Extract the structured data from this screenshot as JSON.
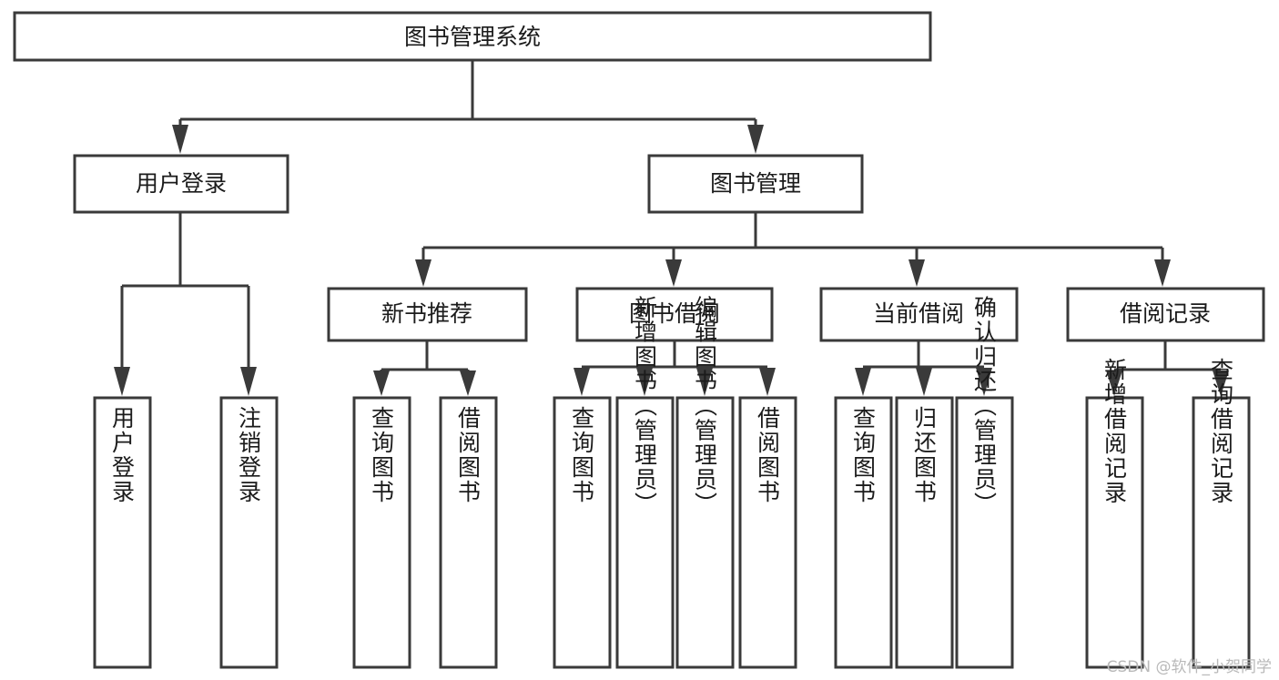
{
  "diagram": {
    "title": "图书管理系统",
    "type": "tree-hierarchy-diagram",
    "colors": {
      "background": "#ffffff",
      "box_fill": "#ffffff",
      "box_stroke": "#3a3a3a",
      "connector": "#3a3a3a",
      "text": "#1b1b1b",
      "watermark": "#b9b9b9"
    },
    "root": {
      "label": "图书管理系统"
    },
    "level2": [
      {
        "label": "用户登录"
      },
      {
        "label": "图书管理"
      }
    ],
    "level3": [
      {
        "label": "新书推荐"
      },
      {
        "label": "图书借阅"
      },
      {
        "label": "当前借阅"
      },
      {
        "label": "借阅记录"
      }
    ],
    "leaves": {
      "user_login": [
        {
          "label": "用户登录"
        },
        {
          "label": "注销登录"
        }
      ],
      "new_book_recommend": [
        {
          "label": "查询图书"
        },
        {
          "label": "借阅图书"
        }
      ],
      "book_borrow": [
        {
          "label": "查询图书"
        },
        {
          "label": "新增图书（管理员）"
        },
        {
          "label": "编辑图书（管理员）"
        },
        {
          "label": "借阅图书"
        }
      ],
      "current_borrow": [
        {
          "label": "查询图书"
        },
        {
          "label": "归还图书"
        },
        {
          "label": "确认归还（管理员）"
        }
      ],
      "borrow_record": [
        {
          "label": "新增借阅记录"
        },
        {
          "label": "查询借阅记录"
        }
      ]
    }
  },
  "watermark": {
    "text": "CSDN @软件_小贺同学"
  }
}
